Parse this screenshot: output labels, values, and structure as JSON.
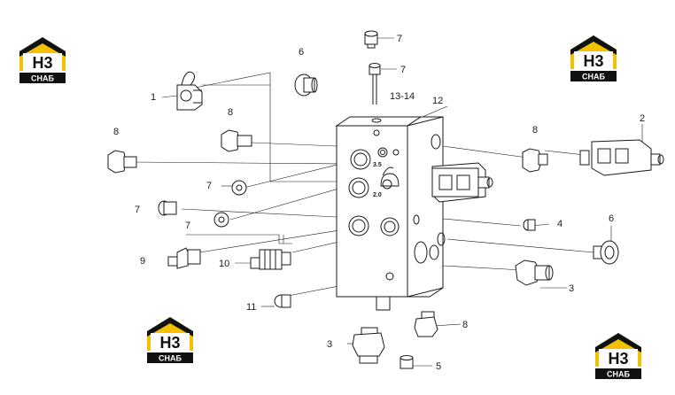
{
  "logo": {
    "mark": "H3",
    "caption": "CHAБ",
    "colors": {
      "yellow": "#f2c200",
      "black": "#111111",
      "white": "#ffffff"
    }
  },
  "port_labels": {
    "upper": "3.5",
    "lower": "2.0"
  },
  "callouts": [
    {
      "id": "c1",
      "label": "1"
    },
    {
      "id": "c2",
      "label": "2"
    },
    {
      "id": "c3a",
      "label": "3"
    },
    {
      "id": "c3b",
      "label": "3"
    },
    {
      "id": "c4",
      "label": "4"
    },
    {
      "id": "c5",
      "label": "5"
    },
    {
      "id": "c6a",
      "label": "6"
    },
    {
      "id": "c6b",
      "label": "6"
    },
    {
      "id": "c7a",
      "label": "7"
    },
    {
      "id": "c7b",
      "label": "7"
    },
    {
      "id": "c7c",
      "label": "7"
    },
    {
      "id": "c7d",
      "label": "7"
    },
    {
      "id": "c7e",
      "label": "7"
    },
    {
      "id": "c8a",
      "label": "8"
    },
    {
      "id": "c8b",
      "label": "8"
    },
    {
      "id": "c8c",
      "label": "8"
    },
    {
      "id": "c8d",
      "label": "8"
    },
    {
      "id": "c9",
      "label": "9"
    },
    {
      "id": "c10",
      "label": "10"
    },
    {
      "id": "c11",
      "label": "11"
    },
    {
      "id": "c12",
      "label": "12"
    },
    {
      "id": "c13",
      "label": "13-14"
    }
  ]
}
